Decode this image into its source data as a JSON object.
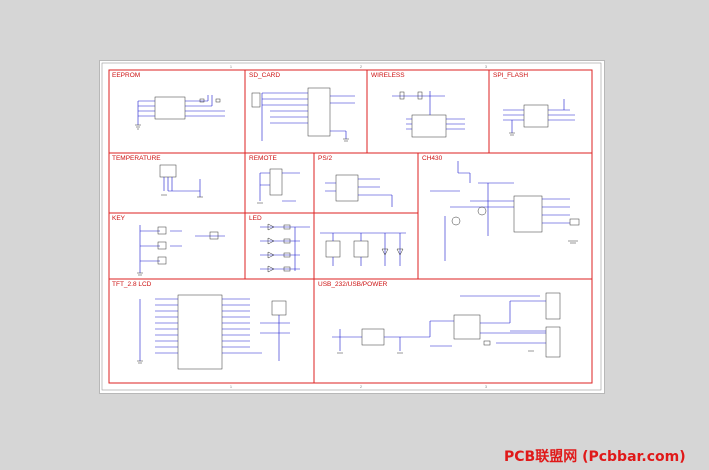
{
  "sheet": {
    "blocks": {
      "eeprom": "EEPROM",
      "sd_card": "SD_CARD",
      "wireless": "WIRELESS",
      "spi_flash": "SPI_FLASH",
      "temperature": "TEMPERATURE",
      "remote": "REMOTE",
      "ps2": "PS/2",
      "ch430": "CH430",
      "key": "KEY",
      "led": "LED",
      "tft_lcd": "TFT_2.8 LCD",
      "usb_power": "USB_232/USB/POWER"
    },
    "accent_color": "#d22222",
    "wire_color": "#1a1acf"
  },
  "watermark": "PCB联盟网 (Pcbbar.com)"
}
